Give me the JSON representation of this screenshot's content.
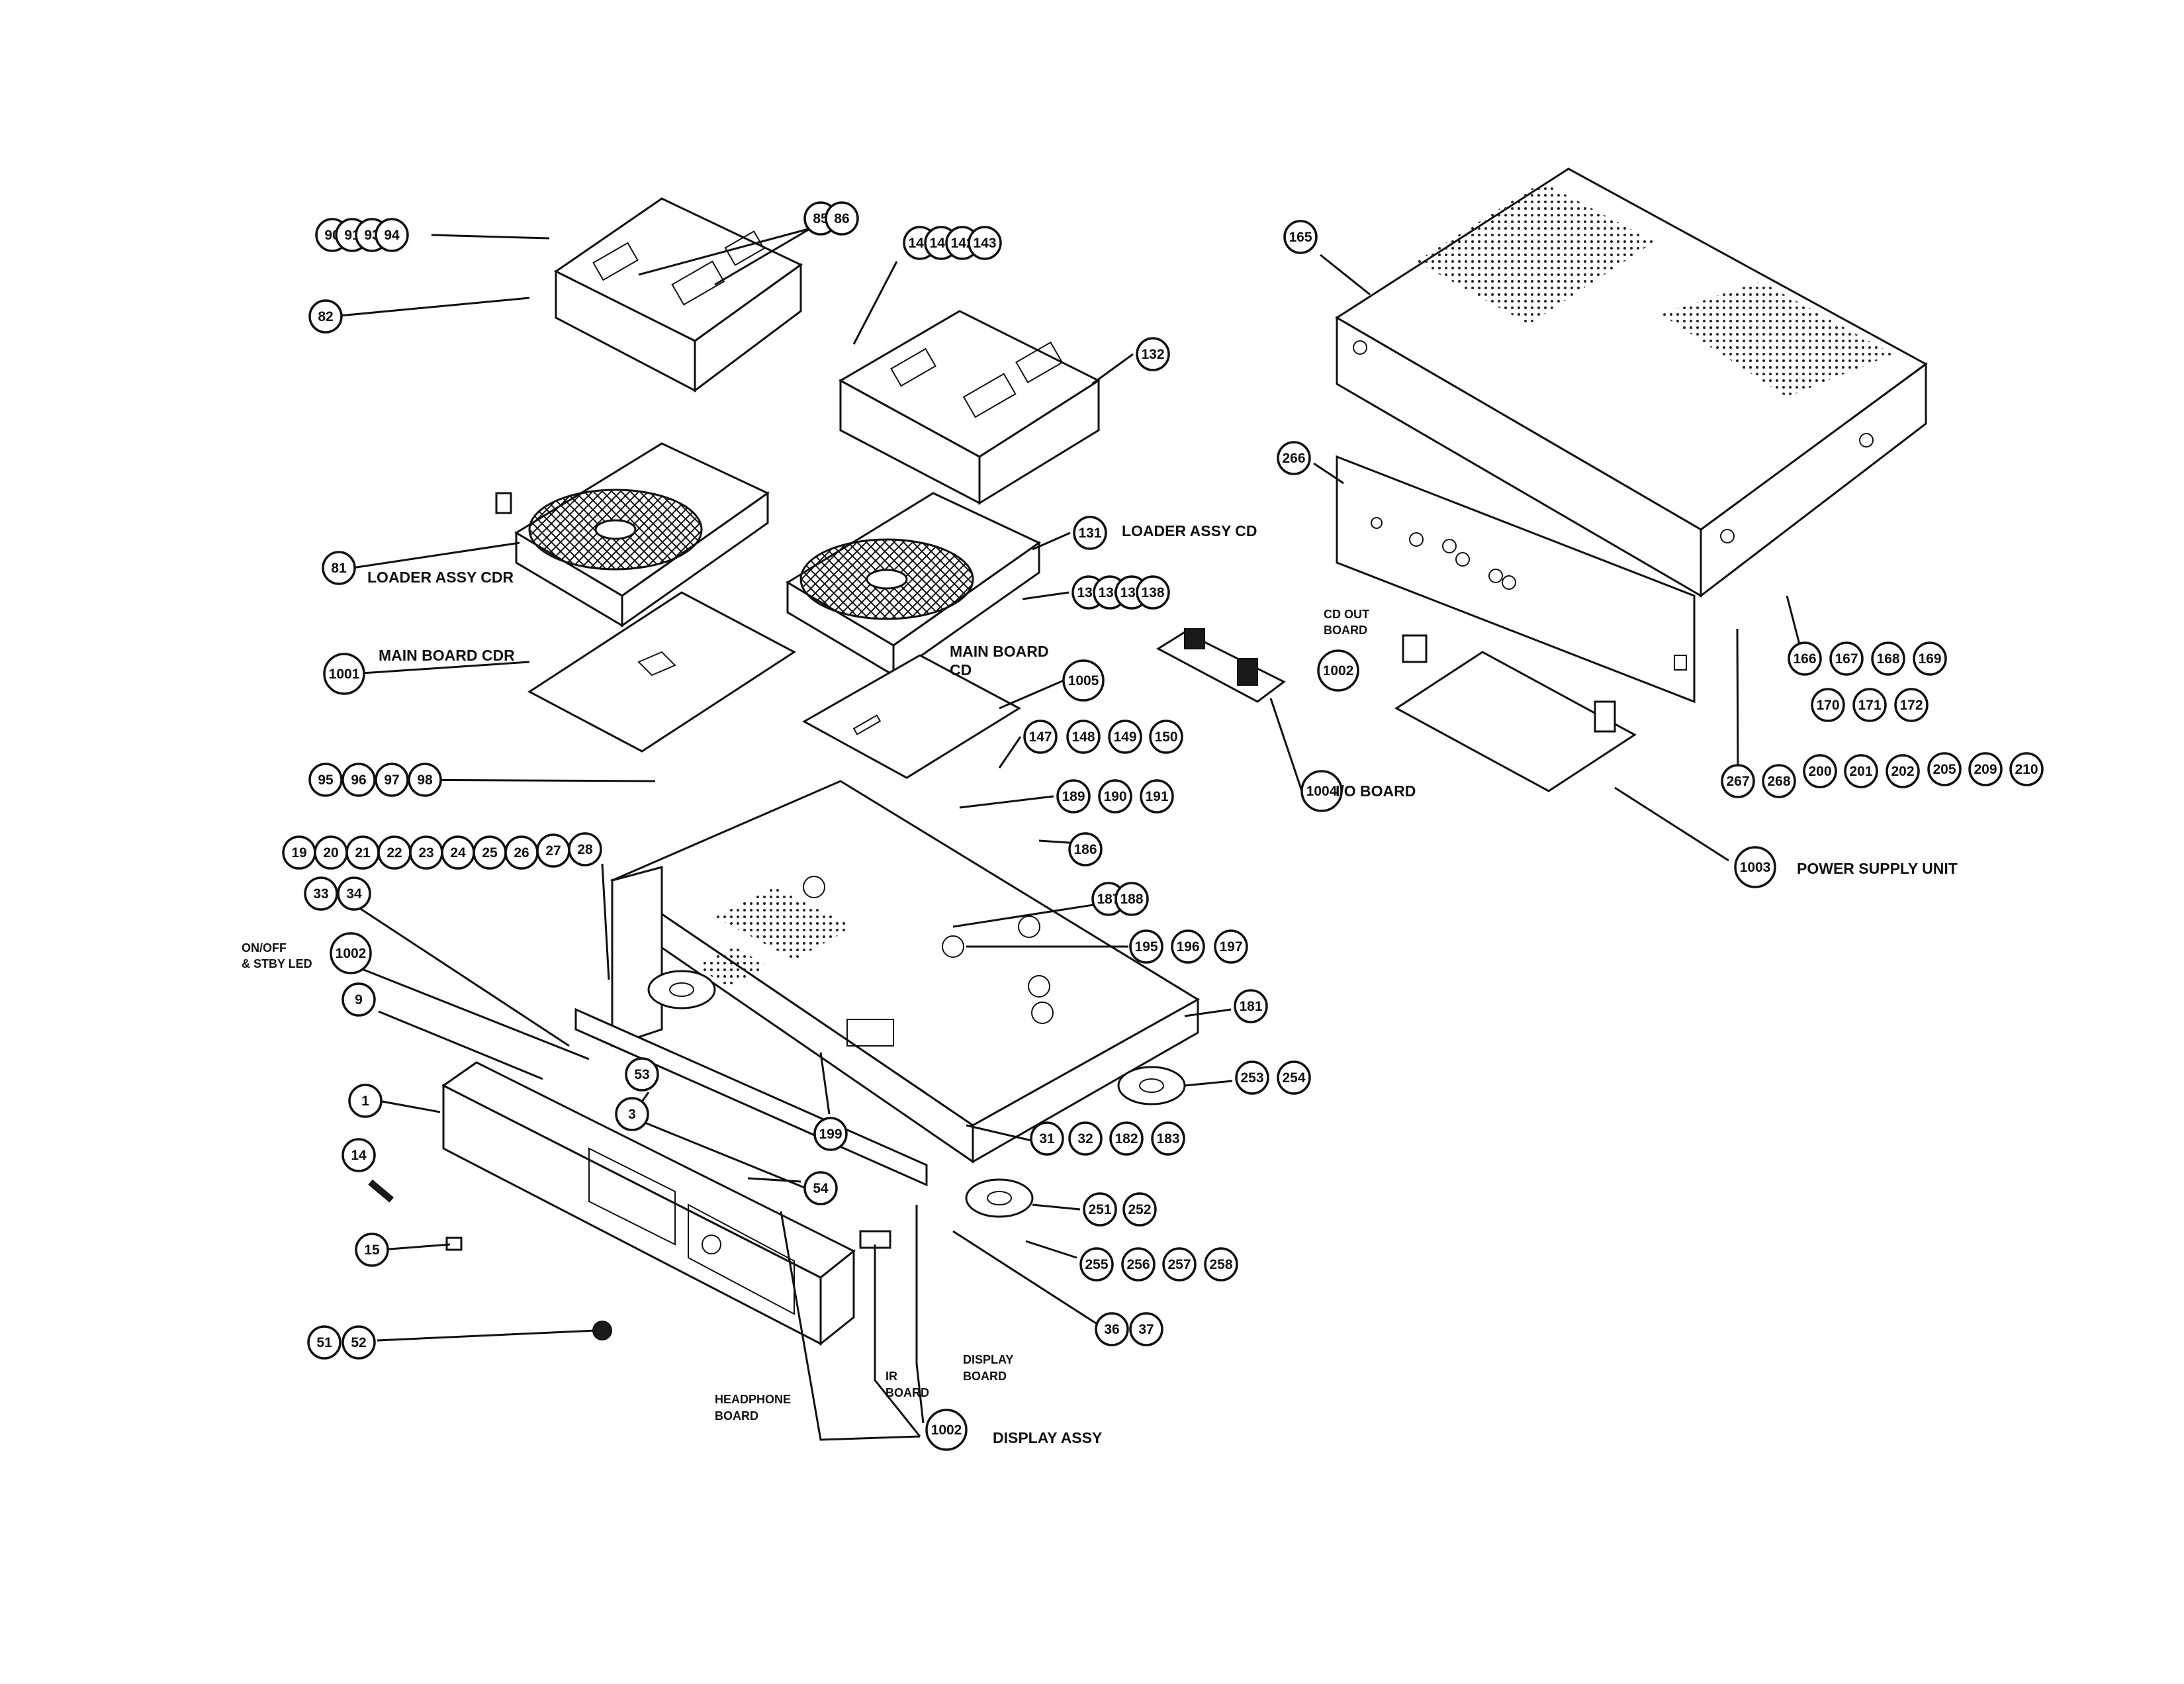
{
  "diagram": {
    "callouts": [
      {
        "id": "c_90",
        "text": "90"
      },
      {
        "id": "c_91",
        "text": "91"
      },
      {
        "id": "c_93",
        "text": "93"
      },
      {
        "id": "c_94",
        "text": "94"
      },
      {
        "id": "c_85",
        "text": "85"
      },
      {
        "id": "c_86",
        "text": "86"
      },
      {
        "id": "c_82",
        "text": "82"
      },
      {
        "id": "c_140",
        "text": "140"
      },
      {
        "id": "c_141",
        "text": "141"
      },
      {
        "id": "c_142",
        "text": "142"
      },
      {
        "id": "c_143",
        "text": "143"
      },
      {
        "id": "c_132",
        "text": "132"
      },
      {
        "id": "c_165",
        "text": "165"
      },
      {
        "id": "c_266",
        "text": "266"
      },
      {
        "id": "c_81",
        "text": "81"
      },
      {
        "id": "c_131",
        "text": "131"
      },
      {
        "id": "c_135",
        "text": "135"
      },
      {
        "id": "c_136",
        "text": "136"
      },
      {
        "id": "c_137",
        "text": "137"
      },
      {
        "id": "c_138",
        "text": "138"
      },
      {
        "id": "c_1001",
        "text": "1001"
      },
      {
        "id": "c_1005",
        "text": "1005"
      },
      {
        "id": "c_1002a",
        "text": "1002"
      },
      {
        "id": "c_166",
        "text": "166"
      },
      {
        "id": "c_167",
        "text": "167"
      },
      {
        "id": "c_168",
        "text": "168"
      },
      {
        "id": "c_169",
        "text": "169"
      },
      {
        "id": "c_170",
        "text": "170"
      },
      {
        "id": "c_171",
        "text": "171"
      },
      {
        "id": "c_172",
        "text": "172"
      },
      {
        "id": "c_147",
        "text": "147"
      },
      {
        "id": "c_148",
        "text": "148"
      },
      {
        "id": "c_149",
        "text": "149"
      },
      {
        "id": "c_150",
        "text": "150"
      },
      {
        "id": "c_95",
        "text": "95"
      },
      {
        "id": "c_96",
        "text": "96"
      },
      {
        "id": "c_97",
        "text": "97"
      },
      {
        "id": "c_98",
        "text": "98"
      },
      {
        "id": "c_1004",
        "text": "1004"
      },
      {
        "id": "c_267",
        "text": "267"
      },
      {
        "id": "c_268",
        "text": "268"
      },
      {
        "id": "c_200",
        "text": "200"
      },
      {
        "id": "c_201",
        "text": "201"
      },
      {
        "id": "c_202",
        "text": "202"
      },
      {
        "id": "c_205",
        "text": "205"
      },
      {
        "id": "c_209",
        "text": "209"
      },
      {
        "id": "c_210",
        "text": "210"
      },
      {
        "id": "c_189",
        "text": "189"
      },
      {
        "id": "c_190",
        "text": "190"
      },
      {
        "id": "c_191",
        "text": "191"
      },
      {
        "id": "c_186",
        "text": "186"
      },
      {
        "id": "c_19",
        "text": "19"
      },
      {
        "id": "c_20",
        "text": "20"
      },
      {
        "id": "c_21",
        "text": "21"
      },
      {
        "id": "c_22",
        "text": "22"
      },
      {
        "id": "c_23",
        "text": "23"
      },
      {
        "id": "c_24",
        "text": "24"
      },
      {
        "id": "c_25",
        "text": "25"
      },
      {
        "id": "c_26",
        "text": "26"
      },
      {
        "id": "c_27",
        "text": "27"
      },
      {
        "id": "c_28",
        "text": "28"
      },
      {
        "id": "c_33",
        "text": "33"
      },
      {
        "id": "c_34",
        "text": "34"
      },
      {
        "id": "c_1003",
        "text": "1003"
      },
      {
        "id": "c_187",
        "text": "187"
      },
      {
        "id": "c_188",
        "text": "188"
      },
      {
        "id": "c_1002b",
        "text": "1002"
      },
      {
        "id": "c_195",
        "text": "195"
      },
      {
        "id": "c_196",
        "text": "196"
      },
      {
        "id": "c_197",
        "text": "197"
      },
      {
        "id": "c_9",
        "text": "9"
      },
      {
        "id": "c_181",
        "text": "181"
      },
      {
        "id": "c_53",
        "text": "53"
      },
      {
        "id": "c_253",
        "text": "253"
      },
      {
        "id": "c_254",
        "text": "254"
      },
      {
        "id": "c_1",
        "text": "1"
      },
      {
        "id": "c_199",
        "text": "199"
      },
      {
        "id": "c_3",
        "text": "3"
      },
      {
        "id": "c_31",
        "text": "31"
      },
      {
        "id": "c_32",
        "text": "32"
      },
      {
        "id": "c_182",
        "text": "182"
      },
      {
        "id": "c_183",
        "text": "183"
      },
      {
        "id": "c_14",
        "text": "14"
      },
      {
        "id": "c_54",
        "text": "54"
      },
      {
        "id": "c_251",
        "text": "251"
      },
      {
        "id": "c_252",
        "text": "252"
      },
      {
        "id": "c_15",
        "text": "15"
      },
      {
        "id": "c_255",
        "text": "255"
      },
      {
        "id": "c_256",
        "text": "256"
      },
      {
        "id": "c_257",
        "text": "257"
      },
      {
        "id": "c_258",
        "text": "258"
      },
      {
        "id": "c_36",
        "text": "36"
      },
      {
        "id": "c_37",
        "text": "37"
      },
      {
        "id": "c_51",
        "text": "51"
      },
      {
        "id": "c_52",
        "text": "52"
      },
      {
        "id": "c_1002c",
        "text": "1002"
      }
    ],
    "labels": {
      "loader_assy_cdr": "LOADER ASSY CDR",
      "loader_assy_cd": "LOADER ASSY CD",
      "main_board_cdr": "MAIN BOARD CDR",
      "main_board_cd_1": "MAIN BOARD",
      "main_board_cd_2": "CD",
      "cd_out_board_1": "CD OUT",
      "cd_out_board_2": "BOARD",
      "io_board": "I/O BOARD",
      "power_supply_unit": "POWER SUPPLY UNIT",
      "onoff_led_1": "ON/OFF",
      "onoff_led_2": "& STBY LED",
      "display_board_1": "DISPLAY",
      "display_board_2": "BOARD",
      "ir_board_1": "IR",
      "ir_board_2": "BOARD",
      "headphone_board_1": "HEADPHONE",
      "headphone_board_2": "BOARD",
      "display_assy": "DISPLAY ASSY"
    }
  }
}
